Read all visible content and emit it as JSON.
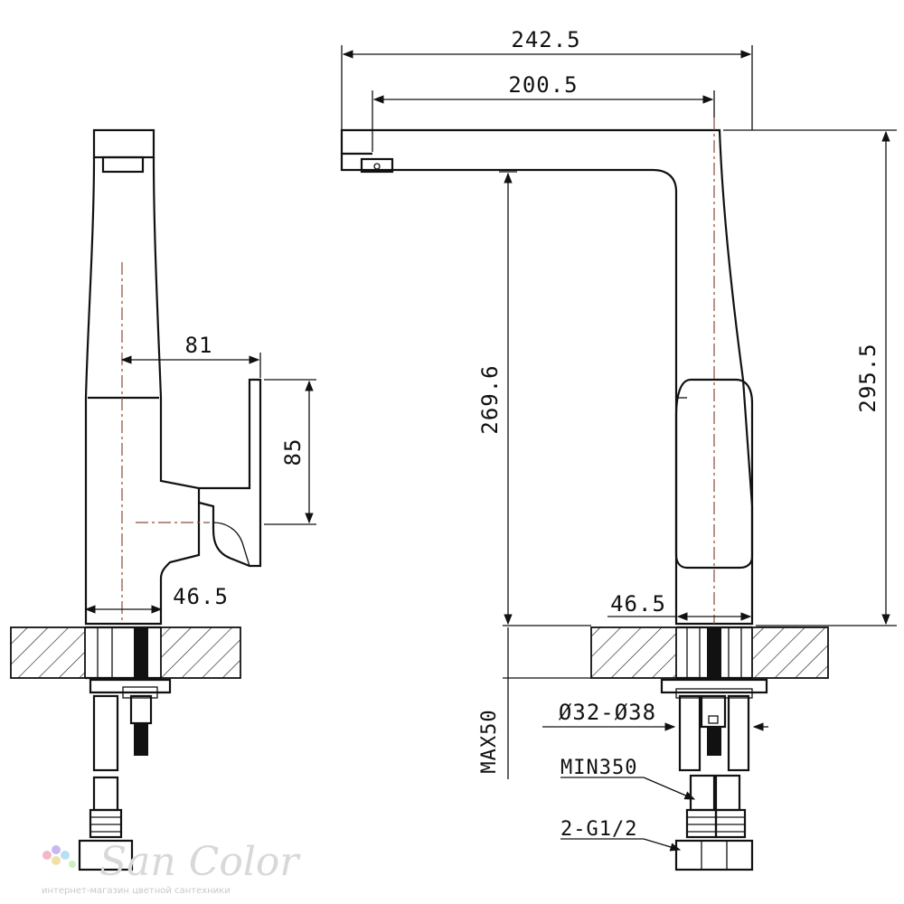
{
  "dimensions": {
    "overall_width": "242.5",
    "spout_reach": "200.5",
    "spout_height": "269.6",
    "overall_height": "295.5",
    "side_handle_depth": "81",
    "side_handle_height": "85",
    "side_base_diameter": "46.5",
    "front_base_diameter": "46.5",
    "mount_hole": "Ø32-Ø38",
    "max_counter_thickness": "MAX50",
    "min_hose_length": "MIN350",
    "connection_thread": "2-G1/2"
  },
  "watermark": {
    "brand": "San Color",
    "tagline": "интернет-магазин цветной сантехники"
  }
}
